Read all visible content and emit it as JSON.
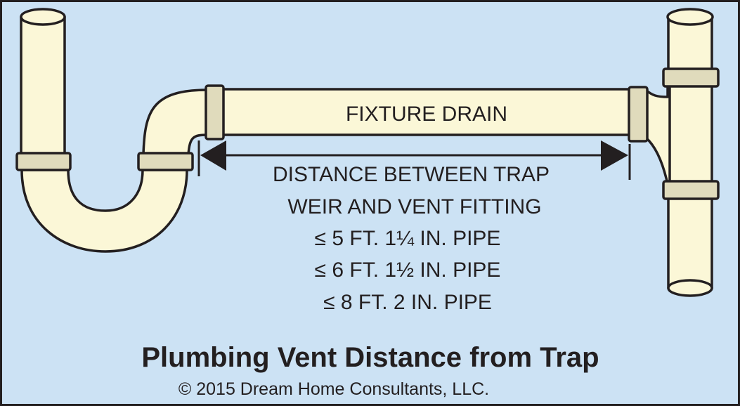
{
  "diagram": {
    "pipe_label": "FIXTURE DRAIN",
    "distance_lines": [
      "DISTANCE BETWEEN TRAP",
      "WEIR AND VENT FITTING",
      "≤ 5 FT. 1¼ IN. PIPE",
      "≤ 6 FT. 1½ IN. PIPE",
      "≤ 8 FT. 2 IN. PIPE"
    ],
    "title": "Plumbing Vent Distance from Trap",
    "copyright": "© 2015 Dream Home Consultants, LLC.",
    "colors": {
      "background": "#cce2f4",
      "pipe": "#fbf7d7",
      "coupling": "#e0dbbc",
      "outline": "#231f20"
    }
  }
}
